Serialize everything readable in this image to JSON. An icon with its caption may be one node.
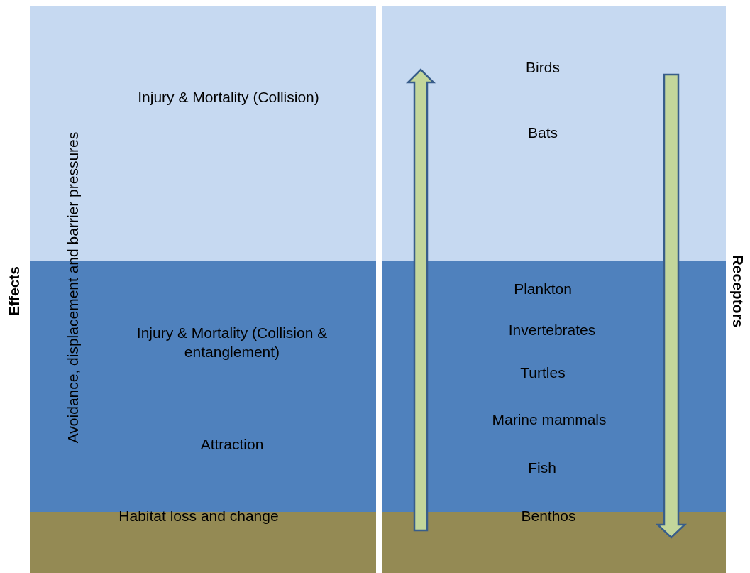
{
  "diagram": {
    "nodes": [
      {
        "text": [
          "Injury & Mortality (Collision)"
        ]
      },
      {
        "text": [
          "Injury & Mortality (Collision & entanglement)",
          "Attraction"
        ]
      },
      {
        "text": [
          "Habitat loss and change"
        ]
      },
      {
        "text": [
          "Birds",
          "Bats"
        ]
      },
      {
        "text": [
          "Plankton",
          "Invertebrates",
          "Turtles",
          "Marine mammals",
          "Fish"
        ]
      },
      {
        "text": [
          "Benthos"
        ]
      }
    ],
    "edges": [],
    "labels": [
      "Effects",
      "Avoidance, displacement and barrier pressures",
      "Receptors"
    ]
  }
}
